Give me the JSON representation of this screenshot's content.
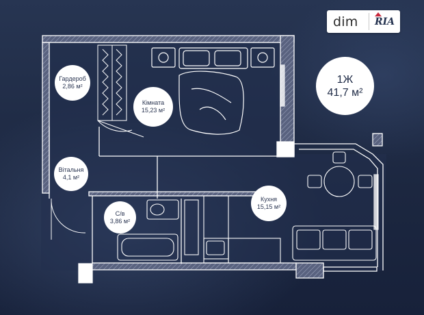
{
  "logo": {
    "dim": "dim",
    "ria": "RIA"
  },
  "apartment": {
    "type": "1Ж",
    "area": "41,7 м²"
  },
  "rooms": {
    "wardrobe": {
      "name": "Гардероб",
      "area": "2,86 м²"
    },
    "room": {
      "name": "Кімната",
      "area": "15,23 м²"
    },
    "hall": {
      "name": "Вітальня",
      "area": "4,1 м²"
    },
    "bathroom": {
      "name": "С/в",
      "area": "3,86 м²"
    },
    "kitchen": {
      "name": "Кухня",
      "area": "15,15 м²"
    }
  },
  "colors": {
    "background": "#1f2b46",
    "wall": "#ffffff",
    "hatch": "#6b7594",
    "accent": "#c8283c"
  }
}
